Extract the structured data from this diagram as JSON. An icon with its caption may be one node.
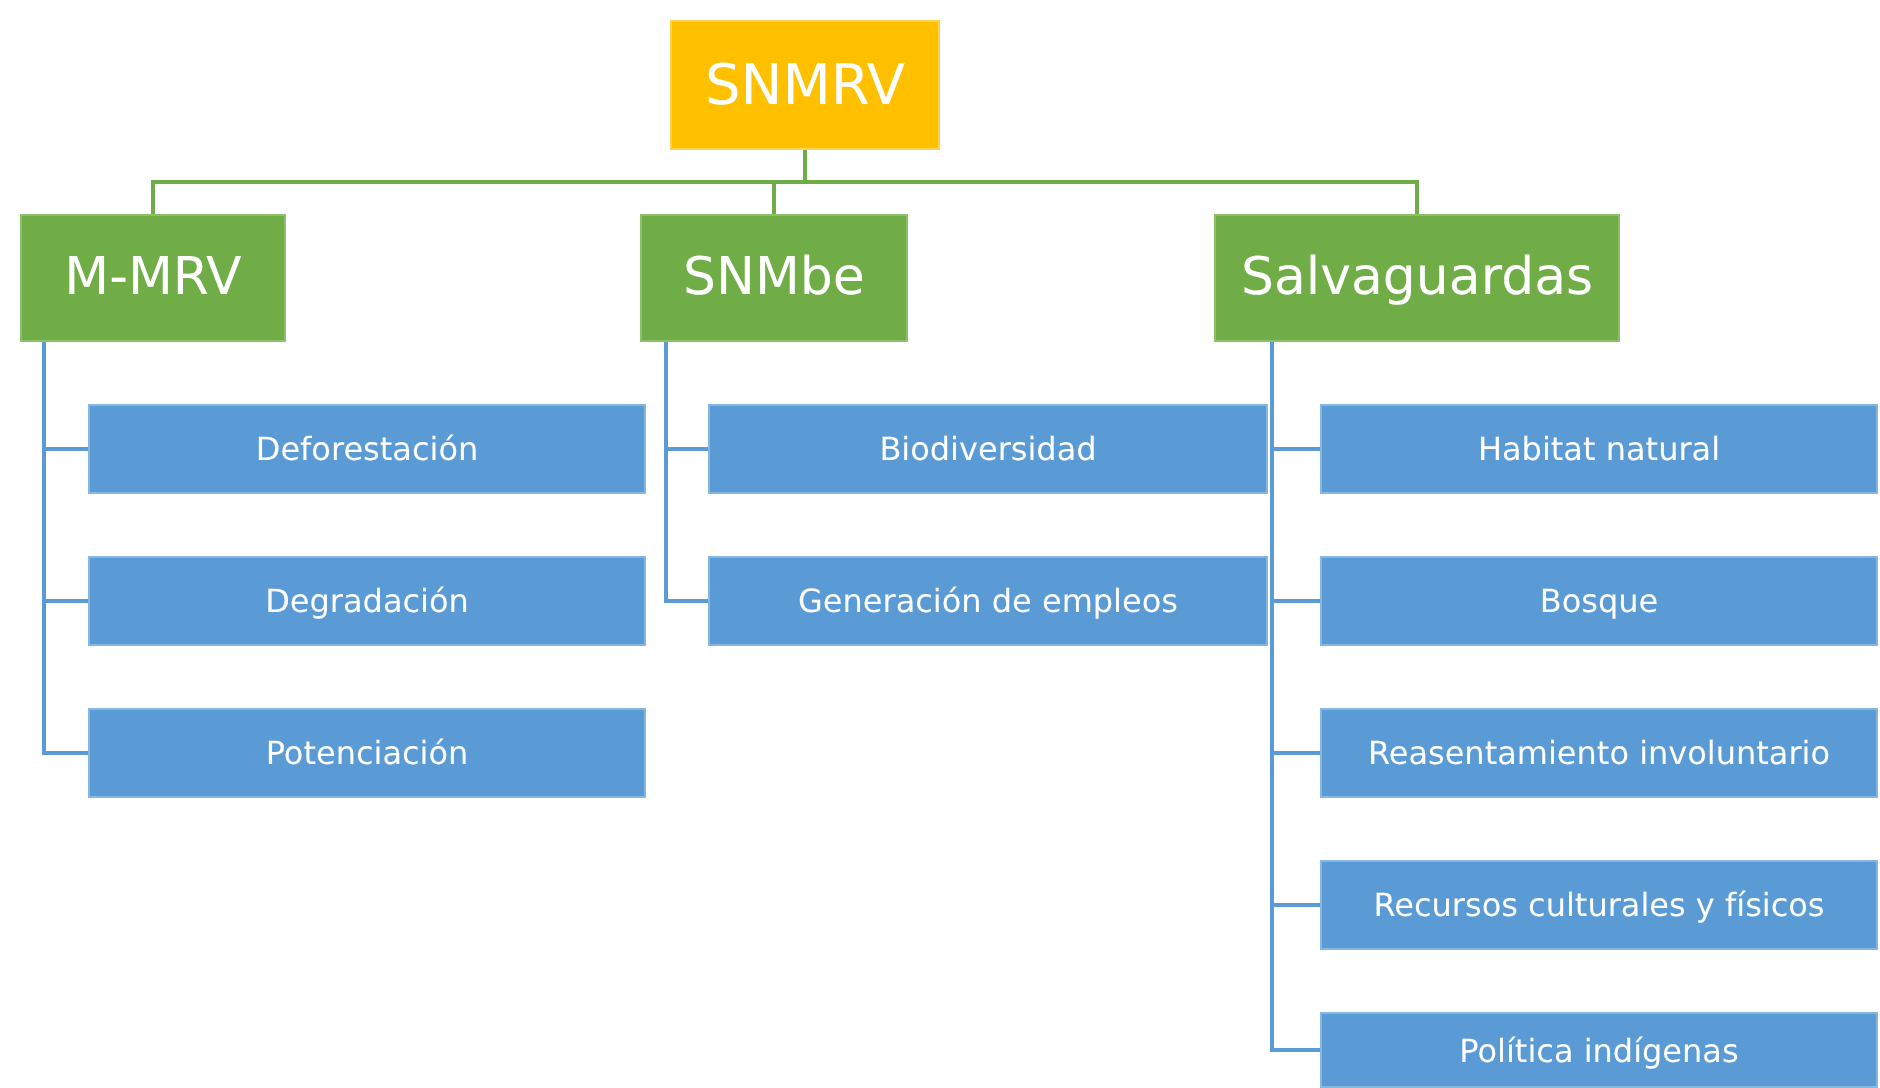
{
  "diagram": {
    "nodes": [
      {
        "text": [
          "SNMRV"
        ]
      },
      {
        "text": [
          "M-MRV"
        ]
      },
      {
        "text": [
          "SNMbe"
        ]
      },
      {
        "text": [
          "Salvaguardas"
        ]
      },
      {
        "text": [
          "Deforestación"
        ]
      },
      {
        "text": [
          "Degradación"
        ]
      },
      {
        "text": [
          "Potenciación"
        ]
      },
      {
        "text": [
          "Biodiversidad"
        ]
      },
      {
        "text": [
          "Generación de empleos"
        ]
      },
      {
        "text": [
          "Habitat natural"
        ]
      },
      {
        "text": [
          "Bosque"
        ]
      },
      {
        "text": [
          "Reasentamiento involuntario"
        ]
      },
      {
        "text": [
          "Recursos culturales y físicos"
        ]
      },
      {
        "text": [
          "Política indígenas"
        ]
      }
    ],
    "edges": [
      {
        "from": 0,
        "to": 1,
        "arrow": "none",
        "color": "#70ad47"
      },
      {
        "from": 0,
        "to": 2,
        "arrow": "none",
        "color": "#70ad47"
      },
      {
        "from": 0,
        "to": 3,
        "arrow": "none",
        "color": "#70ad47"
      },
      {
        "from": 1,
        "to": 4,
        "arrow": "none"
      },
      {
        "from": 1,
        "to": 5,
        "arrow": "none"
      },
      {
        "from": 1,
        "to": 6,
        "arrow": "none"
      },
      {
        "from": 2,
        "to": 7,
        "arrow": "none"
      },
      {
        "from": 2,
        "to": 8,
        "arrow": "none"
      },
      {
        "from": 3,
        "to": 9,
        "arrow": "none"
      },
      {
        "from": 3,
        "to": 10,
        "arrow": "none"
      },
      {
        "from": 3,
        "to": 11,
        "arrow": "none"
      },
      {
        "from": 3,
        "to": 12,
        "arrow": "none"
      },
      {
        "from": 3,
        "to": 13,
        "arrow": "none"
      }
    ]
  }
}
